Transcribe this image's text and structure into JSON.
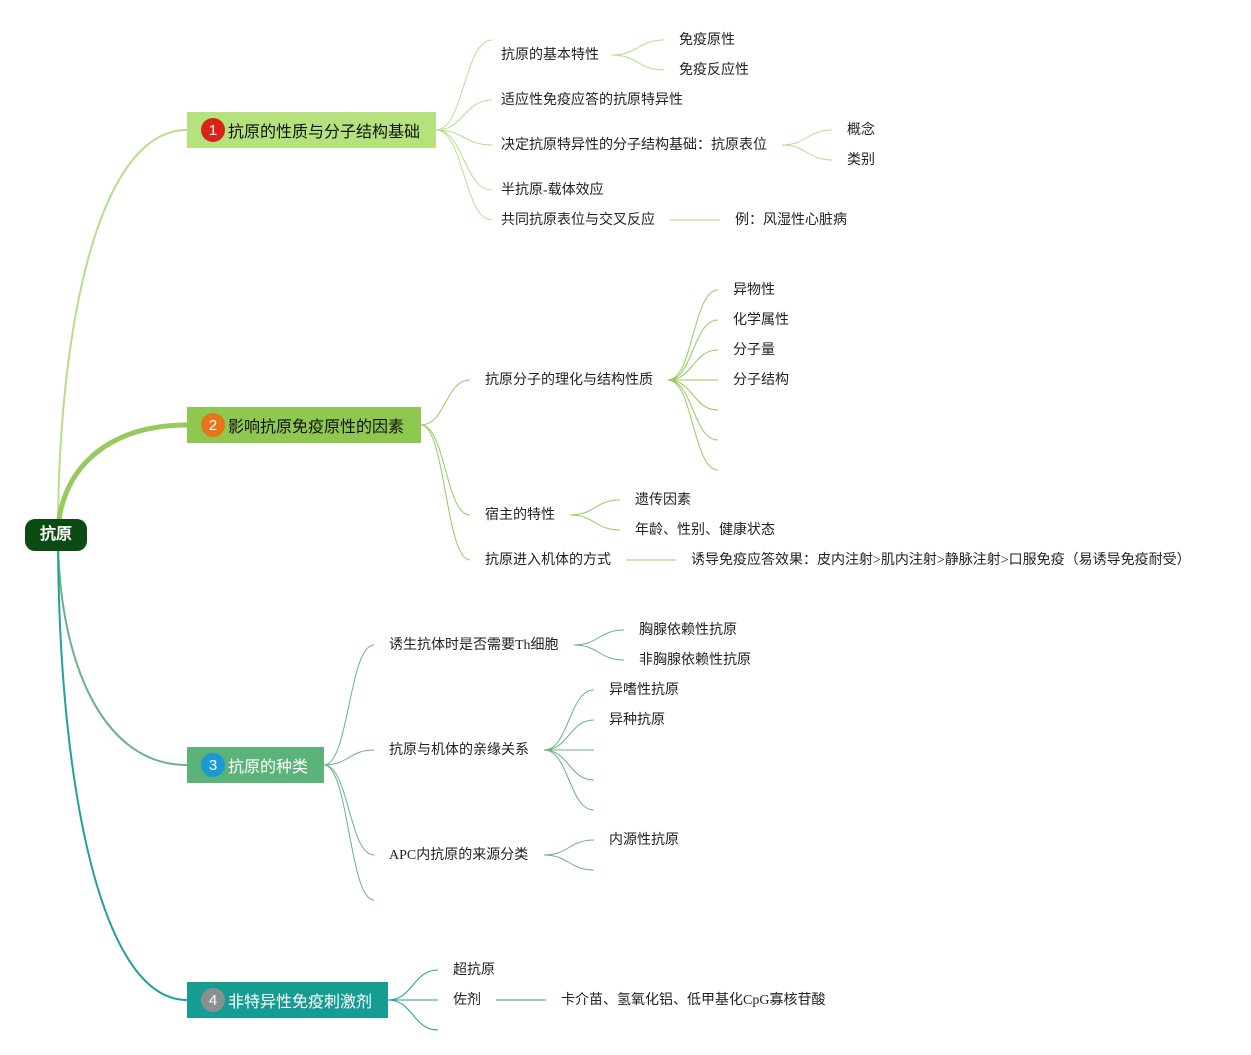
{
  "root": {
    "label": "抗原"
  },
  "branches": [
    {
      "num": "1",
      "label": "抗原的性质与分子结构基础",
      "color": "#b5e27d",
      "line": "#b7dd8d",
      "badge": "#d6241a",
      "children": [
        {
          "label": "抗原的基本特性",
          "children": [
            {
              "label": "免疫原性"
            },
            {
              "label": "免疫反应性"
            }
          ]
        },
        {
          "label": "适应性免疫应答的抗原特异性"
        },
        {
          "label": "决定抗原特异性的分子结构基础：抗原表位",
          "children": [
            {
              "label": "概念"
            },
            {
              "label": "类别"
            }
          ]
        },
        {
          "label": "半抗原-载体效应"
        },
        {
          "label": "共同抗原表位与交叉反应",
          "note": "例：风湿性心脏病"
        }
      ]
    },
    {
      "num": "2",
      "label": "影响抗原免疫原性的因素",
      "color": "#8fc850",
      "line": "#97c95e",
      "badge": "#e8741b",
      "children": [
        {
          "label": "抗原分子的理化与结构性质",
          "children": [
            {
              "label": "异物性"
            },
            {
              "label": "化学属性"
            },
            {
              "label": "分子量"
            },
            {
              "label": "分子结构"
            },
            {
              "label": ""
            },
            {
              "label": ""
            },
            {
              "label": ""
            }
          ]
        },
        {
          "label": "宿主的特性",
          "children": [
            {
              "label": "遗传因素"
            },
            {
              "label": "年龄、性别、健康状态"
            }
          ]
        },
        {
          "label": "抗原进入机体的方式",
          "note": "诱导免疫应答效果：皮内注射>肌内注射>静脉注射>口服免疫（易诱导免疫耐受）"
        }
      ]
    },
    {
      "num": "3",
      "label": "抗原的种类",
      "color": "#5cb37a",
      "line": "#6bb285",
      "badge": "#1d9ad6",
      "children": [
        {
          "label": "诱生抗体时是否需要Th细胞",
          "children": [
            {
              "label": "胸腺依赖性抗原"
            },
            {
              "label": "非胸腺依赖性抗原"
            }
          ]
        },
        {
          "label": "抗原与机体的亲缘关系",
          "children": [
            {
              "label": "异嗜性抗原"
            },
            {
              "label": "异种抗原"
            },
            {
              "label": ""
            },
            {
              "label": ""
            },
            {
              "label": ""
            }
          ]
        },
        {
          "label": "APC内抗原的来源分类",
          "children": [
            {
              "label": "内源性抗原"
            },
            {
              "label": ""
            }
          ]
        },
        {
          "label": ""
        }
      ]
    },
    {
      "num": "4",
      "label": "非特异性免疫刺激剂",
      "color": "#179c94",
      "line": "#22a19a",
      "badge": "#8a8f90",
      "children": [
        {
          "label": "超抗原"
        },
        {
          "label": "佐剂",
          "note": "卡介苗、氢氧化铝、低甲基化CpG寡核苷酸"
        },
        {
          "label": ""
        }
      ]
    }
  ]
}
